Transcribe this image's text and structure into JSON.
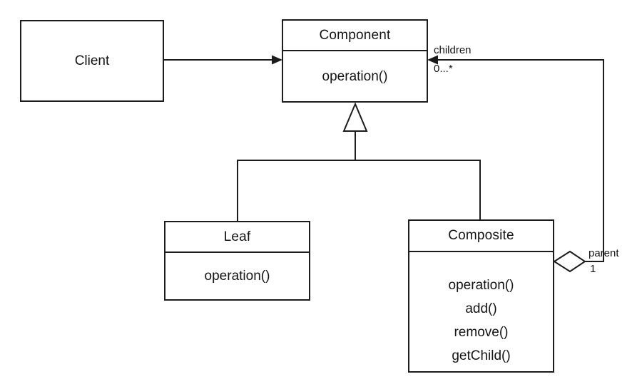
{
  "classes": {
    "client": {
      "name": "Client"
    },
    "component": {
      "name": "Component",
      "methods": [
        "operation()"
      ]
    },
    "leaf": {
      "name": "Leaf",
      "methods": [
        "operation()"
      ]
    },
    "composite": {
      "name": "Composite",
      "methods": [
        "operation()",
        "add()",
        "remove()",
        "getChild()"
      ]
    }
  },
  "relationships": {
    "children_label": "children",
    "children_multiplicity": "0...*",
    "parent_label": "parent",
    "parent_multiplicity": "1"
  },
  "colors": {
    "line": "#1c1c1c",
    "background": "#ffffff"
  }
}
